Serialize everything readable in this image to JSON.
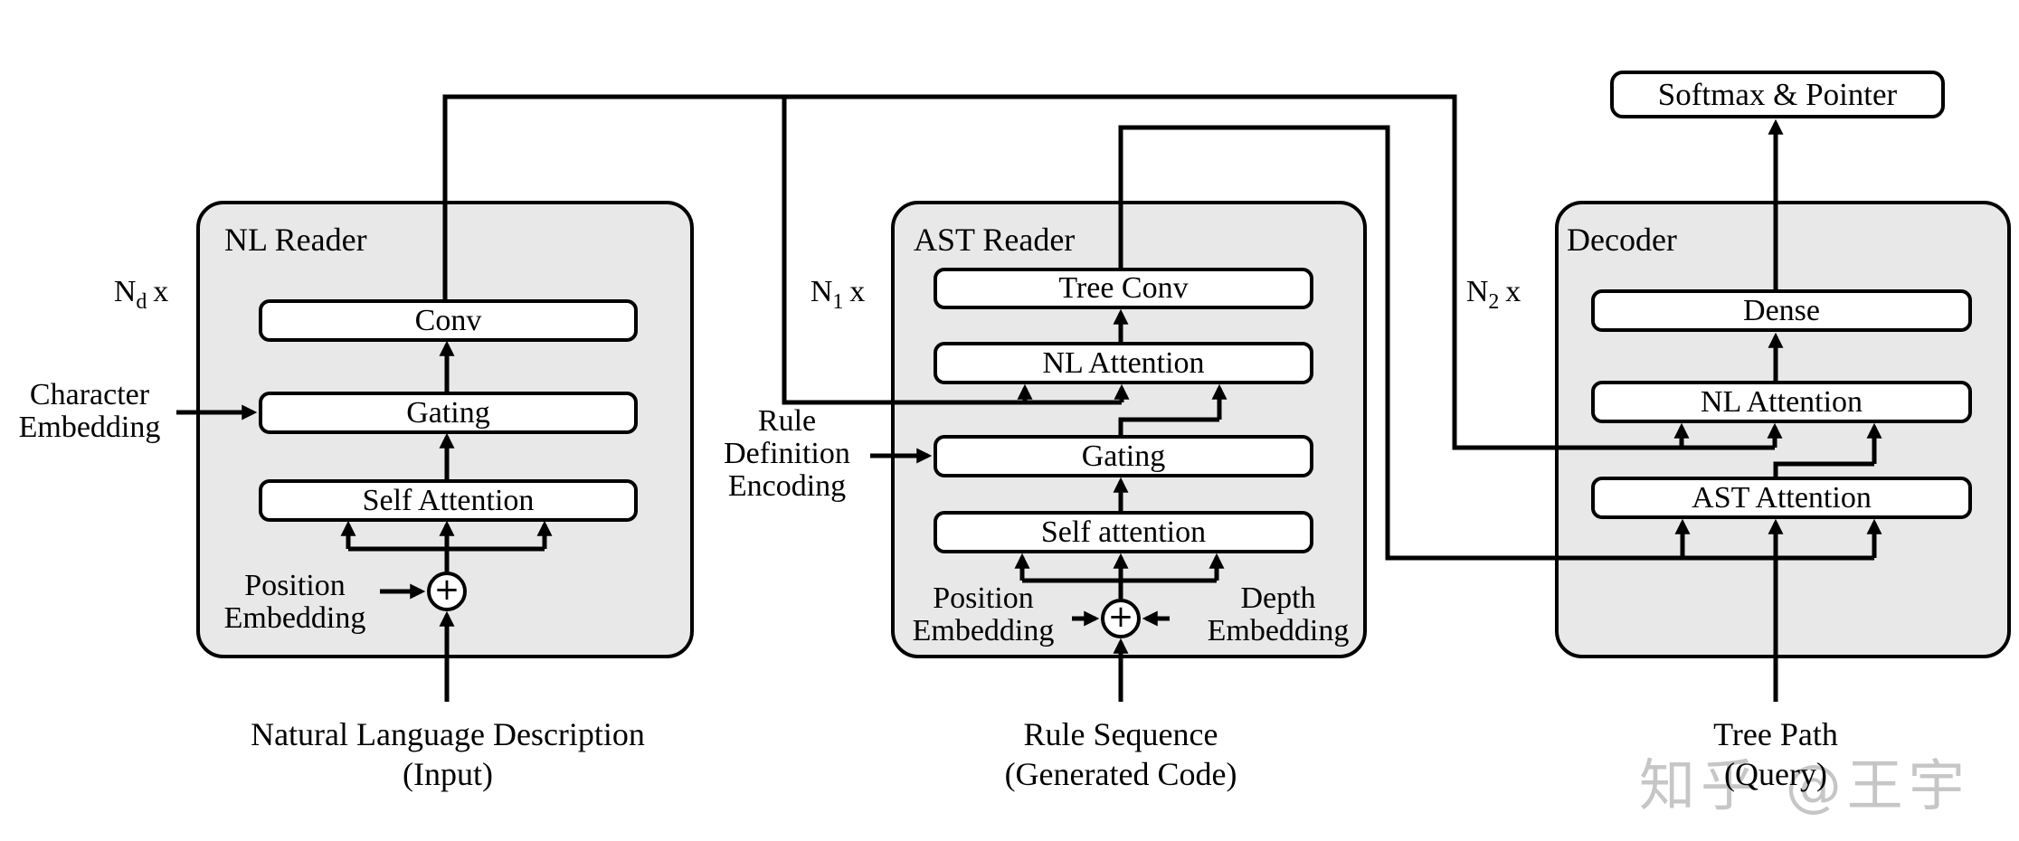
{
  "diagram": {
    "output_block": {
      "label": "Softmax & Pointer"
    },
    "nl_reader": {
      "title": "NL Reader",
      "repeat": {
        "base": "N",
        "sub": "d",
        "times": "x"
      },
      "blocks": [
        "Conv",
        "Gating",
        "Self Attention"
      ],
      "char_embedding": [
        "Character",
        "Embedding"
      ],
      "pos_embedding": [
        "Position",
        "Embedding"
      ],
      "add_symbol": "+",
      "input_label": [
        "Natural Language Description",
        "(Input)"
      ]
    },
    "ast_reader": {
      "title": "AST Reader",
      "repeat": {
        "base": "N",
        "sub": "1",
        "times": "x"
      },
      "blocks": [
        "Tree Conv",
        "NL Attention",
        "Gating",
        "Self attention"
      ],
      "rule_encoding": [
        "Rule",
        "Definition",
        "Encoding"
      ],
      "pos_embedding": [
        "Position",
        "Embedding"
      ],
      "depth_embedding": [
        "Depth",
        "Embedding"
      ],
      "add_symbol": "+",
      "input_label": [
        "Rule Sequence",
        "(Generated Code)"
      ]
    },
    "decoder": {
      "title": "Decoder",
      "repeat": {
        "base": "N",
        "sub": "2",
        "times": "x"
      },
      "blocks": [
        "Dense",
        "NL Attention",
        "AST Attention"
      ],
      "input_label": [
        "Tree Path",
        "(Query)"
      ]
    },
    "watermark": "知乎 @王宇",
    "colors": {
      "panel_fill": "#e8e8e8",
      "block_fill": "#ffffff",
      "line": "#000000",
      "watermark": "#c6c6c6"
    }
  }
}
